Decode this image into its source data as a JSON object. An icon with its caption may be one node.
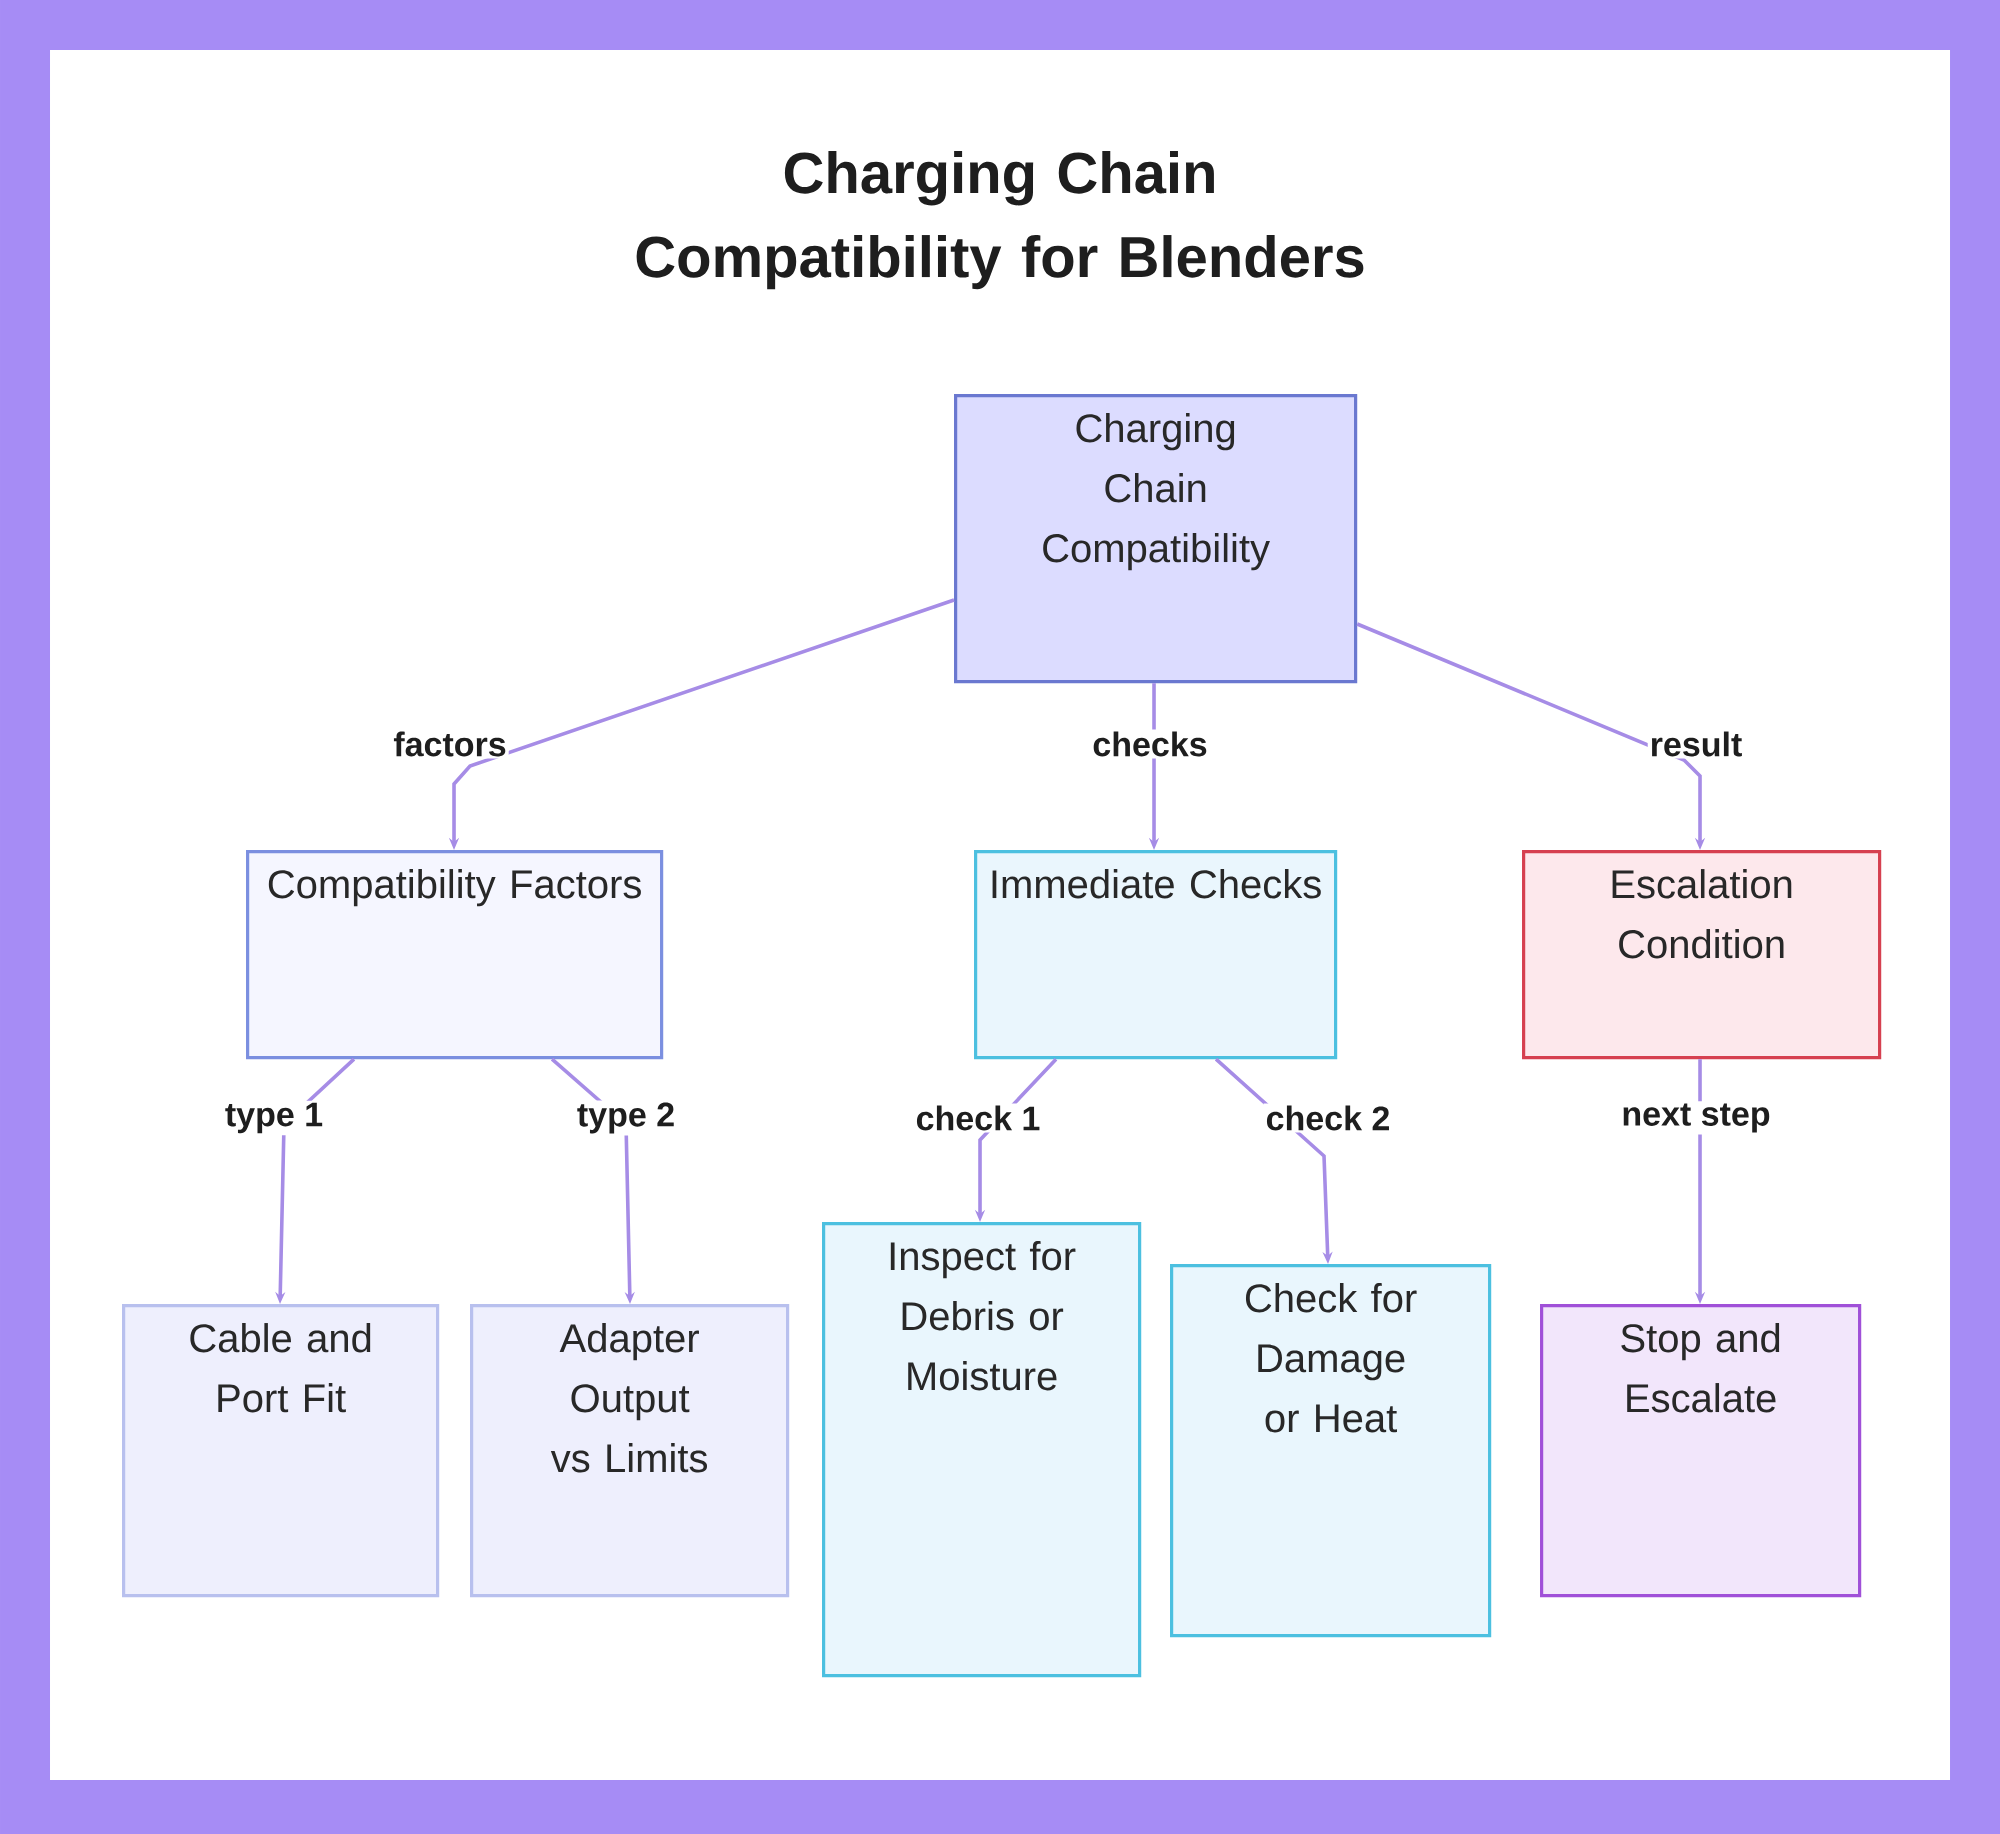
{
  "diagram": {
    "title": "Charging Chain Compatibility for Blenders",
    "nodes": [
      {
        "text": [
          "Charging Chain Compatibility"
        ]
      },
      {
        "text": [
          "Compatibility Factors"
        ]
      },
      {
        "text": [
          "Immediate Checks"
        ]
      },
      {
        "text": [
          "Escalation Condition"
        ]
      },
      {
        "text": [
          "Cable and Port Fit"
        ]
      },
      {
        "text": [
          "Adapter Output vs Limits"
        ]
      },
      {
        "text": [
          "Inspect for Debris or Moisture"
        ]
      },
      {
        "text": [
          "Check for Damage or Heat"
        ]
      },
      {
        "text": [
          "Stop and Escalate"
        ]
      }
    ],
    "edges": [
      {
        "from": 0,
        "to": 1,
        "arrow": "to",
        "label": "factors"
      },
      {
        "from": 0,
        "to": 2,
        "arrow": "to",
        "label": "checks"
      },
      {
        "from": 0,
        "to": 3,
        "arrow": "to",
        "label": "result"
      },
      {
        "from": 1,
        "to": 4,
        "arrow": "to",
        "label": "type 1"
      },
      {
        "from": 1,
        "to": 5,
        "arrow": "to",
        "label": "type 2"
      },
      {
        "from": 2,
        "to": 6,
        "arrow": "to",
        "label": "check 1"
      },
      {
        "from": 2,
        "to": 7,
        "arrow": "to",
        "label": "check 2"
      },
      {
        "from": 3,
        "to": 8,
        "arrow": "to",
        "label": "next step"
      }
    ]
  }
}
